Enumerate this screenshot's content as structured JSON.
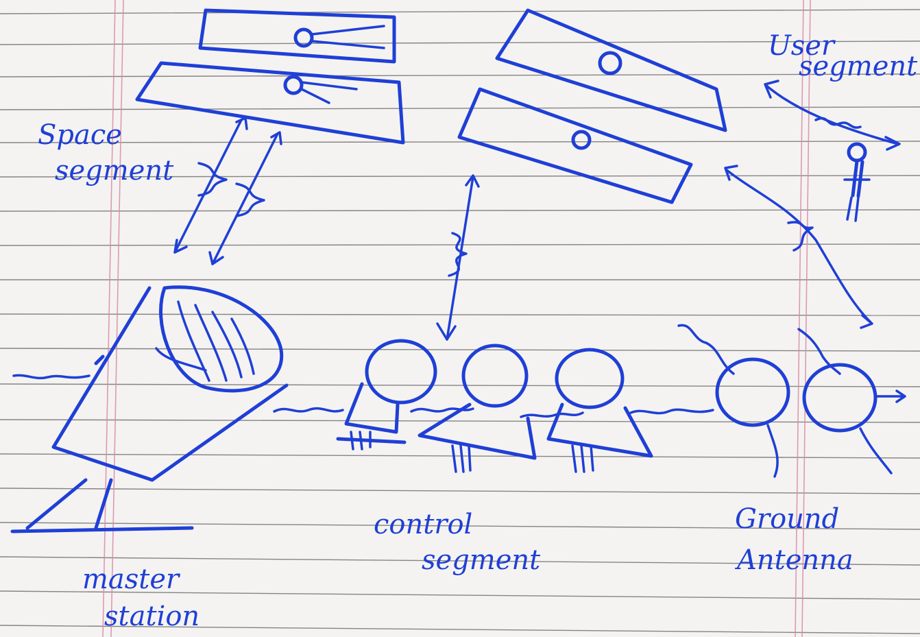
{
  "labels": {
    "space_segment": [
      "Space",
      "segment"
    ],
    "user_segment": [
      "User",
      "segment"
    ],
    "control_segment": [
      "control",
      "segment"
    ],
    "ground_antenna": [
      "Ground",
      "Antenna"
    ],
    "master_station": [
      "master",
      "station"
    ]
  },
  "colors": {
    "ink": "#1f3fd6",
    "paper": "#f4f3f1",
    "rule": "#2a2a2a",
    "margin": "#d98aa8"
  }
}
